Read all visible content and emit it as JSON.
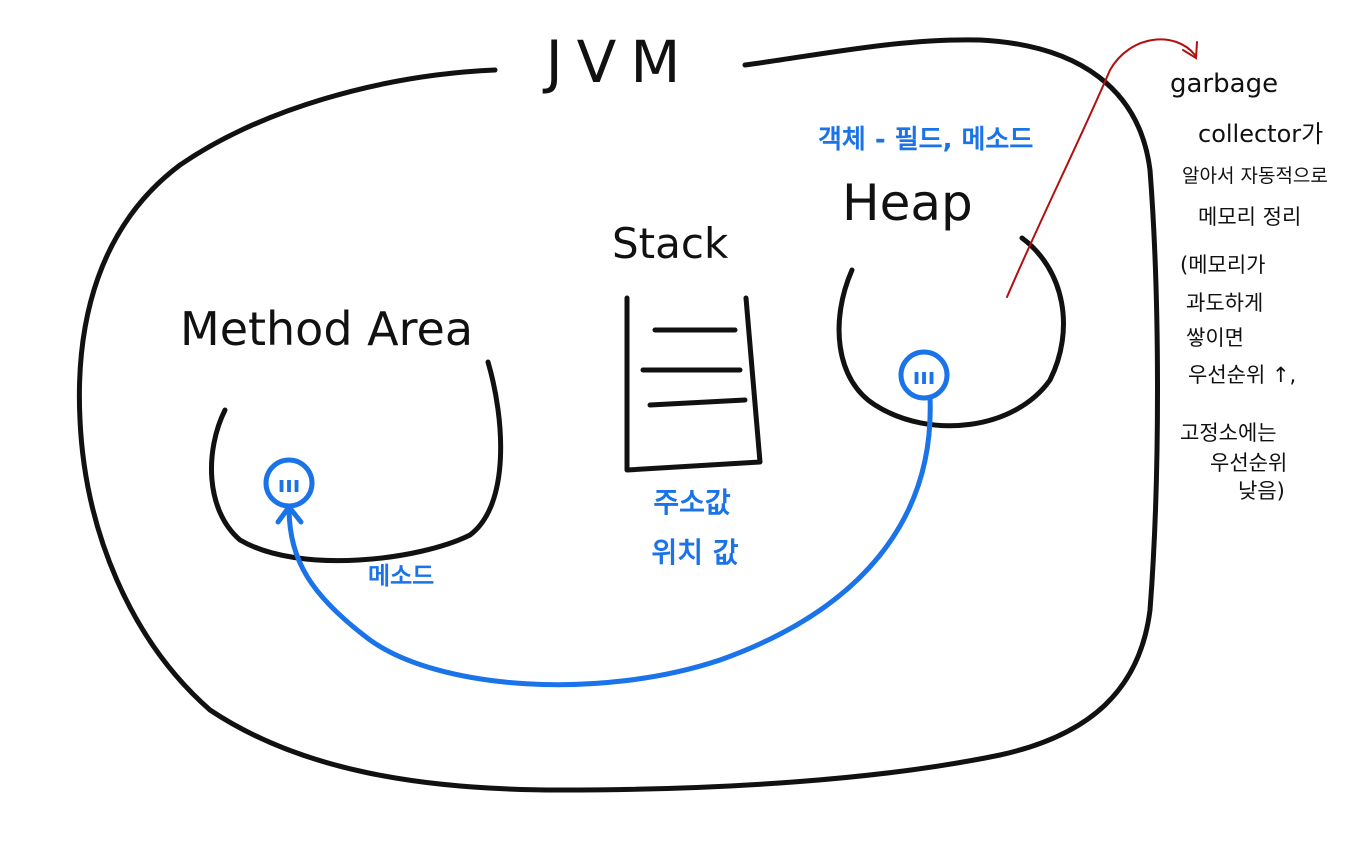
{
  "title": "JVM",
  "colors": {
    "ink": "#111111",
    "highlight": "#1a73e8",
    "arrow": "#b01010"
  },
  "regions": {
    "method_area": {
      "label": "Method Area",
      "note": "메소드",
      "glyph": "ııı"
    },
    "stack": {
      "label": "Stack",
      "note_line1": "주소값",
      "note_line2": "위치 값"
    },
    "heap": {
      "label": "Heap",
      "note": "객체 - 필드, 메소드",
      "glyph": "ııı"
    }
  },
  "gc_note": {
    "lines": [
      "garbage",
      "collector가",
      "알아서 자동적으로",
      "메모리 정리",
      "(메모리가",
      "과도하게",
      "쌓이면",
      "우선순위 ↑,",
      "고정소에는",
      "우선순위",
      "낮음)"
    ]
  }
}
